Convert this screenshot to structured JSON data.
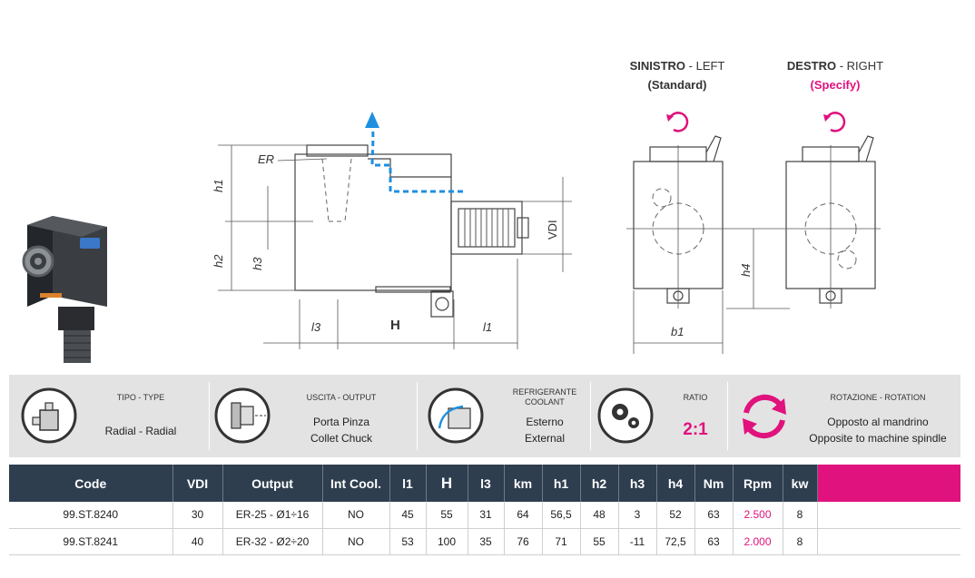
{
  "directions": {
    "left": {
      "bold": "SINISTRO",
      "rest": " - LEFT",
      "note": "(Standard)"
    },
    "right": {
      "bold": "DESTRO",
      "rest": " - RIGHT",
      "note": "(Specify)"
    }
  },
  "drawing_labels": {
    "er": "ER",
    "h1": "h1",
    "h2": "h2",
    "h3": "h3",
    "l3": "l3",
    "H": "H",
    "l1": "l1",
    "vdi": "VDI",
    "h4": "h4",
    "b1": "b1"
  },
  "info": {
    "type": {
      "label": "TIPO - TYPE",
      "value": "Radial - Radial"
    },
    "output": {
      "label": "USCITA - OUTPUT",
      "value1": "Porta Pinza",
      "value2": "Collet Chuck"
    },
    "coolant": {
      "label1": "REFRIGERANTE",
      "label2": "COOLANT",
      "value1": "Esterno",
      "value2": "External"
    },
    "ratio": {
      "label": "RATIO",
      "value": "2:1"
    },
    "rotation": {
      "label": "ROTAZIONE - ROTATION",
      "value1": "Opposto al mandrino",
      "value2": "Opposite to machine spindle"
    }
  },
  "table": {
    "headers": [
      "Code",
      "VDI",
      "Output",
      "Int Cool.",
      "l1",
      "H",
      "l3",
      "km",
      "h1",
      "h2",
      "h3",
      "h4",
      "Nm",
      "Rpm",
      "kw"
    ],
    "rows": [
      [
        "99.ST.8240",
        "30",
        "ER-25 - Ø1÷16",
        "NO",
        "45",
        "55",
        "31",
        "64",
        "56,5",
        "48",
        "3",
        "52",
        "63",
        "2.500",
        "8"
      ],
      [
        "99.ST.8241",
        "40",
        "ER-32 - Ø2÷20",
        "NO",
        "53",
        "100",
        "35",
        "76",
        "71",
        "55",
        "-11",
        "72,5",
        "63",
        "2.000",
        "8"
      ]
    ]
  },
  "colors": {
    "accent": "#e0127d",
    "header": "#2e3e4f",
    "flow": "#1e8fe0",
    "band": "#e3e3e3"
  }
}
